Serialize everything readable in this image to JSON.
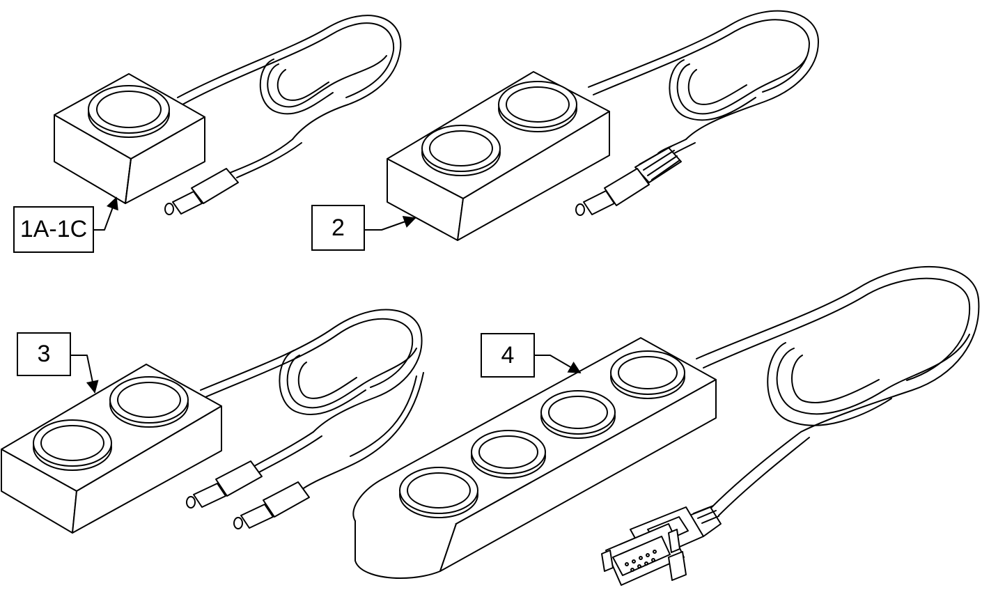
{
  "callouts": [
    {
      "label": "1A-1C"
    },
    {
      "label": "2"
    },
    {
      "label": "3"
    },
    {
      "label": "4"
    }
  ],
  "colors": {
    "line": "#000000",
    "background": "#ffffff"
  }
}
